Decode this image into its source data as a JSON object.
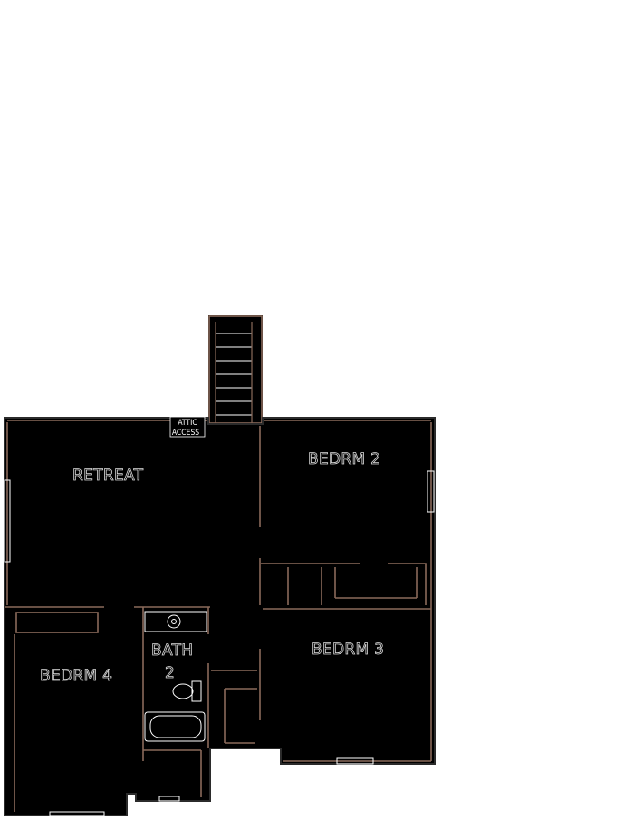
{
  "rooms": {
    "retreat": "RETREAT",
    "bedrm2": "BEDRM 2",
    "bedrm3": "BEDRM 3",
    "bedrm4": "BEDRM 4",
    "bath": "BATH",
    "bath_num": "2"
  },
  "attic": {
    "line1": "ATTIC",
    "line2": "ACCESS"
  },
  "colors": {
    "floor": "#000000",
    "wall_trim": "#8a6a5a",
    "label_outline": "#d9d9d9"
  }
}
